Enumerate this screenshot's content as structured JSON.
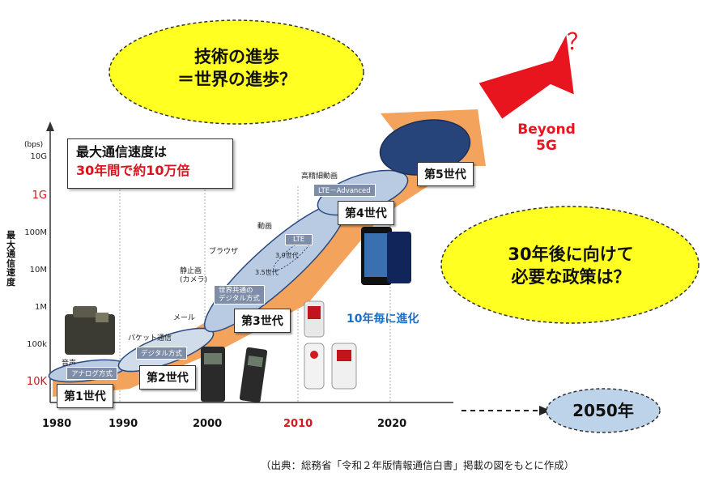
{
  "bubbles": {
    "top": [
      "技術の進歩",
      "＝世界の進歩？"
    ],
    "right": [
      "30年後に向けて",
      "必要な政策は？"
    ],
    "future": "2050年"
  },
  "speed_box": {
    "line1": "最大通信速度は",
    "line2": "30年間で約10万倍"
  },
  "axis": {
    "unit": "(bps)",
    "ylabel": "最大通信速度",
    "yticks": [
      "10G",
      "1G",
      "100M",
      "10M",
      "1M",
      "100k",
      "10K"
    ],
    "xticks": [
      "1980",
      "1990",
      "2000",
      "2010",
      "2020"
    ]
  },
  "generations": [
    "第1世代",
    "第2世代",
    "第3世代",
    "第4世代",
    "第5世代"
  ],
  "tags": {
    "analog": "アナログ方式",
    "digital": "デジタル方式",
    "world": [
      "世界共通の",
      "デジタル方式"
    ],
    "g35": "3.5世代",
    "g39": "3.9世代",
    "lte": "LTE",
    "lte_adv": "LTE－Advanced"
  },
  "notes": {
    "voice": "音声",
    "packet": "パケット通信",
    "mail": "メール",
    "still": [
      "静止画",
      "(カメラ)"
    ],
    "browser": "ブラウザ",
    "video": "動画",
    "hd_video": "高精細動画"
  },
  "evolution": "10年毎に進化",
  "beyond": [
    "Beyond",
    "5G"
  ],
  "question_mark": "？",
  "source": "（出典：総務省「令和２年版情報通信白書」掲載の図をもとに作成）",
  "colors": {
    "arrow_orange": "#f4a35c",
    "beyond_red": "#e8141e",
    "bubble_yellow": "#ffff22",
    "gen_fill": "#b9cbe2",
    "gen5_fill": "#27447a",
    "highlight_red": "#d9141e",
    "evolution_blue": "#1a6fc4"
  }
}
